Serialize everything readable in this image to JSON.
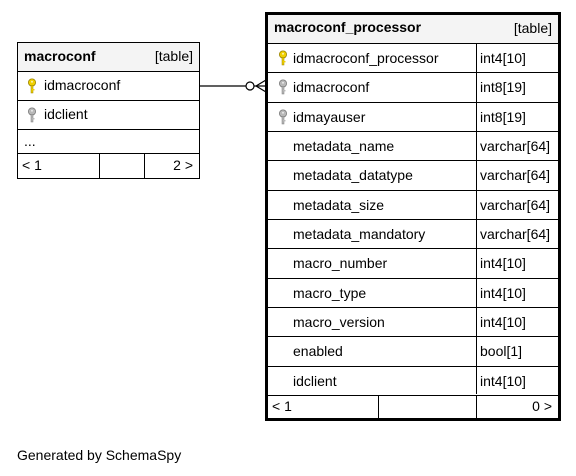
{
  "tables": {
    "macroconf": {
      "name": "macroconf",
      "tag": "[table]",
      "columns": [
        {
          "name": "idmacroconf",
          "key": "primary"
        },
        {
          "name": "idclient",
          "key": "foreign"
        }
      ],
      "more": "...",
      "footer": {
        "left": "< 1",
        "right": "2 >"
      }
    },
    "macroconf_processor": {
      "name": "macroconf_processor",
      "tag": "[table]",
      "columns": [
        {
          "name": "idmacroconf_processor",
          "type": "int4[10]",
          "key": "primary"
        },
        {
          "name": "idmacroconf",
          "type": "int8[19]",
          "key": "foreign"
        },
        {
          "name": "idmayauser",
          "type": "int8[19]",
          "key": "foreign"
        },
        {
          "name": "metadata_name",
          "type": "varchar[64]",
          "key": ""
        },
        {
          "name": "metadata_datatype",
          "type": "varchar[64]",
          "key": ""
        },
        {
          "name": "metadata_size",
          "type": "varchar[64]",
          "key": ""
        },
        {
          "name": "metadata_mandatory",
          "type": "varchar[64]",
          "key": ""
        },
        {
          "name": "macro_number",
          "type": "int4[10]",
          "key": ""
        },
        {
          "name": "macro_type",
          "type": "int4[10]",
          "key": ""
        },
        {
          "name": "macro_version",
          "type": "int4[10]",
          "key": ""
        },
        {
          "name": "enabled",
          "type": "bool[1]",
          "key": ""
        },
        {
          "name": "idclient",
          "type": "int4[10]",
          "key": ""
        }
      ],
      "footer": {
        "left": "< 1",
        "right": "0 >"
      }
    }
  },
  "colors": {
    "primary_key": "#f0d000",
    "foreign_key": "#b8b8b8",
    "header_bg": "#f4f4f4"
  },
  "generated_by": "Generated by SchemaSpy"
}
